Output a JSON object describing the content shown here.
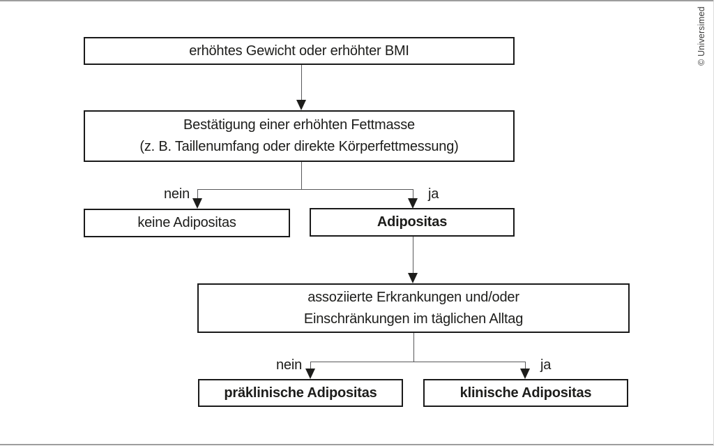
{
  "page": {
    "copyright": "© Universimed"
  },
  "flowchart": {
    "nodes": {
      "bmi": {
        "label": "erhöhtes Gewicht oder erhöhter BMI"
      },
      "fettmasse": {
        "line1": "Bestätigung einer erhöhten Fettmasse",
        "line2": "(z. B. Taillenumfang oder direkte Körperfettmessung)"
      },
      "keine_adipositas": {
        "label": "keine Adipositas"
      },
      "adipositas": {
        "label": "Adipositas"
      },
      "erkrankungen": {
        "line1": "assoziierte Erkrankungen und/oder",
        "line2": "Einschränkungen im täglichen Alltag"
      },
      "praeklinische_adipositas": {
        "label": "präklinische Adipositas"
      },
      "klinische_adipositas": {
        "label": "klinische Adipositas"
      }
    },
    "branch_labels": {
      "no": "nein",
      "yes": "ja"
    }
  },
  "colors": {
    "box_border": "#1a1a1a",
    "text": "#1d1d1b",
    "connector_line": "#58585a",
    "arrowhead": "#1d1d1b",
    "edge_bar": "#9d9d9d",
    "copyright_text": "#3c3c3b",
    "background": "#ffffff"
  }
}
